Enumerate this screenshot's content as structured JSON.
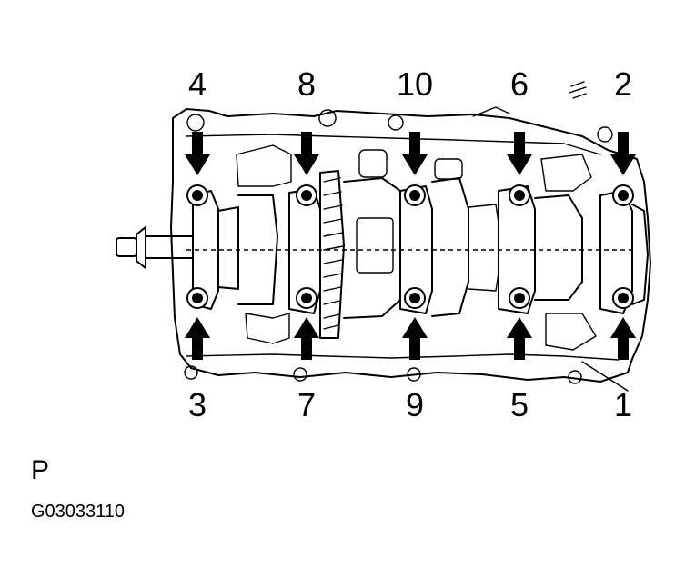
{
  "figure": {
    "view_label": "P",
    "code": "G03033110"
  },
  "bolts": [
    {
      "number": "1",
      "row": "bottom",
      "column": 5
    },
    {
      "number": "2",
      "row": "top",
      "column": 5
    },
    {
      "number": "3",
      "row": "bottom",
      "column": 1
    },
    {
      "number": "4",
      "row": "top",
      "column": 1
    },
    {
      "number": "5",
      "row": "bottom",
      "column": 4
    },
    {
      "number": "6",
      "row": "top",
      "column": 4
    },
    {
      "number": "7",
      "row": "bottom",
      "column": 2
    },
    {
      "number": "8",
      "row": "top",
      "column": 2
    },
    {
      "number": "9",
      "row": "bottom",
      "column": 3
    },
    {
      "number": "10",
      "row": "top",
      "column": 3
    }
  ]
}
